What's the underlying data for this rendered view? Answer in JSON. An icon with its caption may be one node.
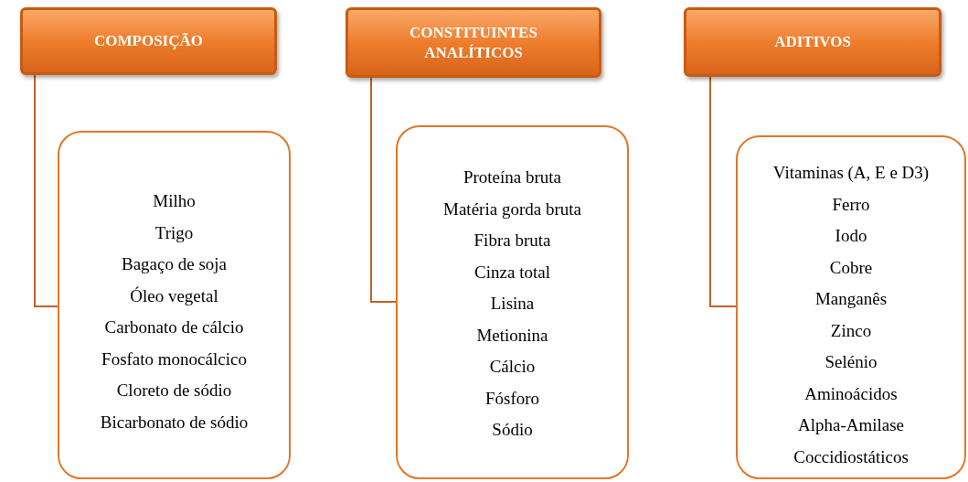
{
  "diagram": {
    "nodes": [
      {
        "text": [
          "COMPOSIÇÃO"
        ]
      },
      {
        "text": [
          "Milho",
          "Trigo",
          "Bagaço de soja",
          "Óleo vegetal",
          "Carbonato de cálcio",
          "Fosfato monocálcico",
          "Cloreto de sódio",
          "Bicarbonato de sódio"
        ]
      },
      {
        "text": [
          "CONSTITUINTES ANALÍTICOS"
        ]
      },
      {
        "text": [
          "Proteína bruta",
          "Matéria gorda bruta",
          "Fibra bruta",
          "Cinza total",
          "Lisina",
          "Metionina",
          "Cálcio",
          "Fósforo",
          "Sódio"
        ]
      },
      {
        "text": [
          "ADITIVOS"
        ]
      },
      {
        "text": [
          "Vitaminas (A, E e D3)",
          "Ferro",
          "Iodo",
          "Cobre",
          "Manganês",
          "Zinco",
          "Selénio",
          "Aminoácidos",
          "Alpha-Amilase",
          "Coccidiostáticos"
        ]
      }
    ],
    "edges": [
      {
        "from": 0,
        "to": 1,
        "arrow": "none"
      },
      {
        "from": 2,
        "to": 3,
        "arrow": "none"
      },
      {
        "from": 4,
        "to": 5,
        "arrow": "none"
      }
    ]
  }
}
